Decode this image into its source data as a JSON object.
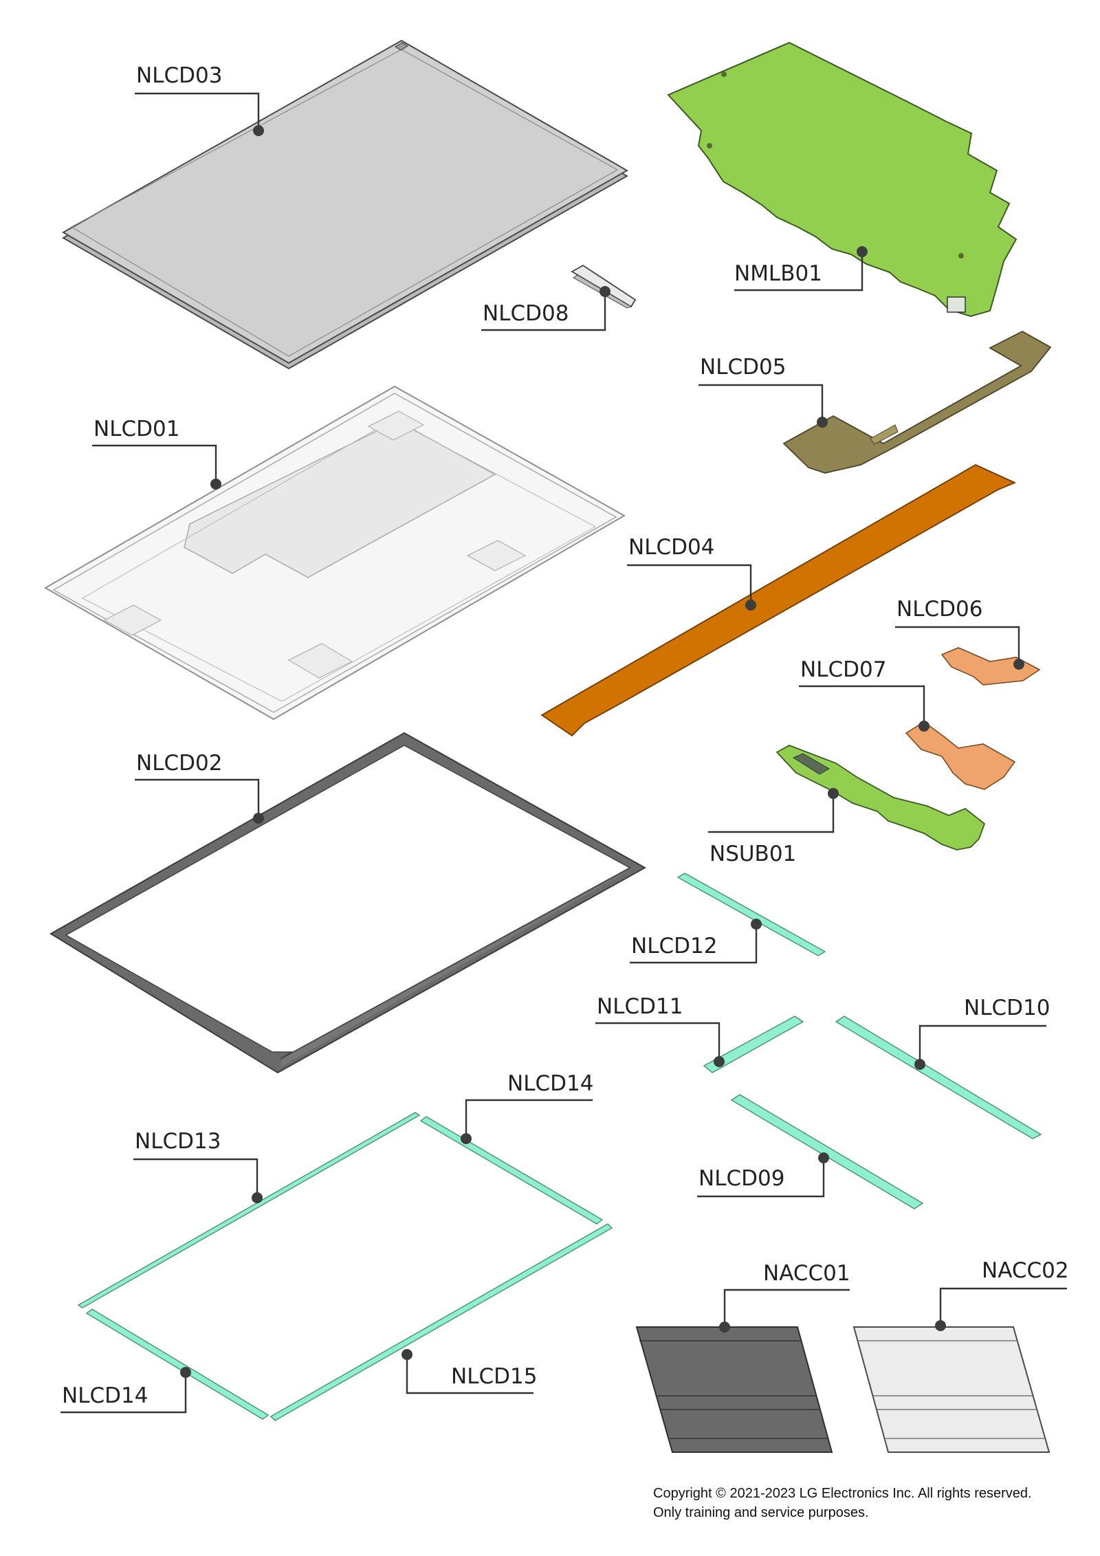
{
  "title": "",
  "colors": {
    "panel": "#cfcfcf",
    "board": "#92cf4f",
    "fpc": "#d07300",
    "fpc_light": "#8f8452",
    "flex_copper": "#efa46c",
    "tape": "#8ff0ce",
    "frame": "#6a6a6a",
    "cover_dark": "#6a6a6a",
    "cover_light": "#ececec",
    "leader": "#333333"
  },
  "parts": [
    {
      "id": "nlcd03",
      "code": "NLCD03"
    },
    {
      "id": "nmlb01",
      "code": "NMLB01"
    },
    {
      "id": "nlcd08",
      "code": "NLCD08"
    },
    {
      "id": "nlcd05",
      "code": "NLCD05"
    },
    {
      "id": "nlcd01",
      "code": "NLCD01"
    },
    {
      "id": "nlcd04",
      "code": "NLCD04"
    },
    {
      "id": "nlcd06",
      "code": "NLCD06"
    },
    {
      "id": "nlcd07",
      "code": "NLCD07"
    },
    {
      "id": "nlcd02",
      "code": "NLCD02"
    },
    {
      "id": "nsub01",
      "code": "NSUB01"
    },
    {
      "id": "nlcd12",
      "code": "NLCD12"
    },
    {
      "id": "nlcd11",
      "code": "NLCD11"
    },
    {
      "id": "nlcd10",
      "code": "NLCD10"
    },
    {
      "id": "nlcd14a",
      "code": "NLCD14"
    },
    {
      "id": "nlcd13",
      "code": "NLCD13"
    },
    {
      "id": "nlcd09",
      "code": "NLCD09"
    },
    {
      "id": "nacc01",
      "code": "NACC01"
    },
    {
      "id": "nacc02",
      "code": "NACC02"
    },
    {
      "id": "nlcd14b",
      "code": "NLCD14"
    },
    {
      "id": "nlcd15",
      "code": "NLCD15"
    }
  ],
  "copyright": {
    "line1": "Copyright © 2021-2023 LG Electronics Inc. All rights reserved.",
    "line2": "Only training and service purposes."
  }
}
